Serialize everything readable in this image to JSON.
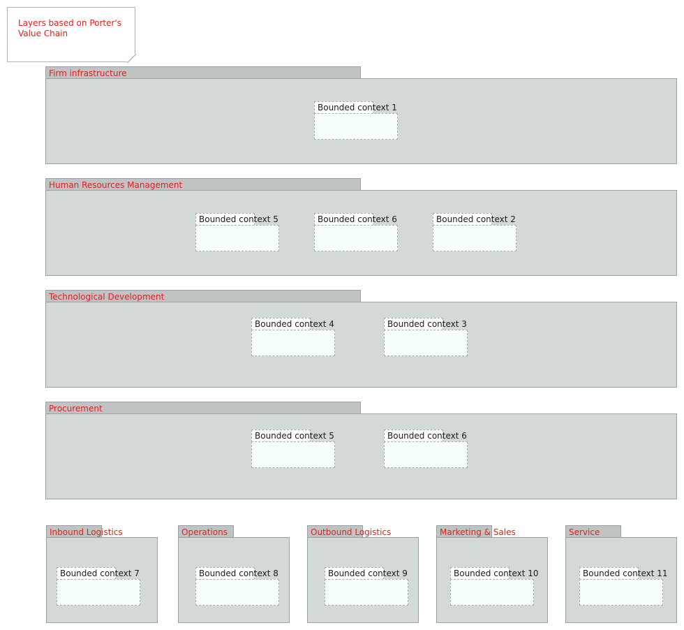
{
  "note": {
    "text": "Layers based on Porter's Value Chain"
  },
  "support_layers": [
    {
      "label": "Firm infrastructure",
      "contexts": [
        "Bounded context 1"
      ]
    },
    {
      "label": "Human Resources Management",
      "contexts": [
        "Bounded context 5",
        "Bounded context 6",
        "Bounded context 2"
      ]
    },
    {
      "label": "Technological Development",
      "contexts": [
        "Bounded context 4",
        "Bounded context 3"
      ]
    },
    {
      "label": "Procurement",
      "contexts": [
        "Bounded context 5",
        "Bounded context 6"
      ]
    }
  ],
  "primary_layers": [
    {
      "label": "Inbound Logistics",
      "contexts": [
        "Bounded context 7"
      ]
    },
    {
      "label": "Operations",
      "contexts": [
        "Bounded context 8"
      ]
    },
    {
      "label": "Outbound Logistics",
      "contexts": [
        "Bounded context 9"
      ]
    },
    {
      "label": "Marketing & Sales",
      "contexts": [
        "Bounded context 10"
      ]
    },
    {
      "label": "Service",
      "contexts": [
        "Bounded context 11"
      ]
    }
  ],
  "colors": {
    "label_red": "#e0201e",
    "package_fill": "#d3d8d9",
    "package_tab": "#bfc3c4",
    "context_fill": "#f6fefe"
  }
}
